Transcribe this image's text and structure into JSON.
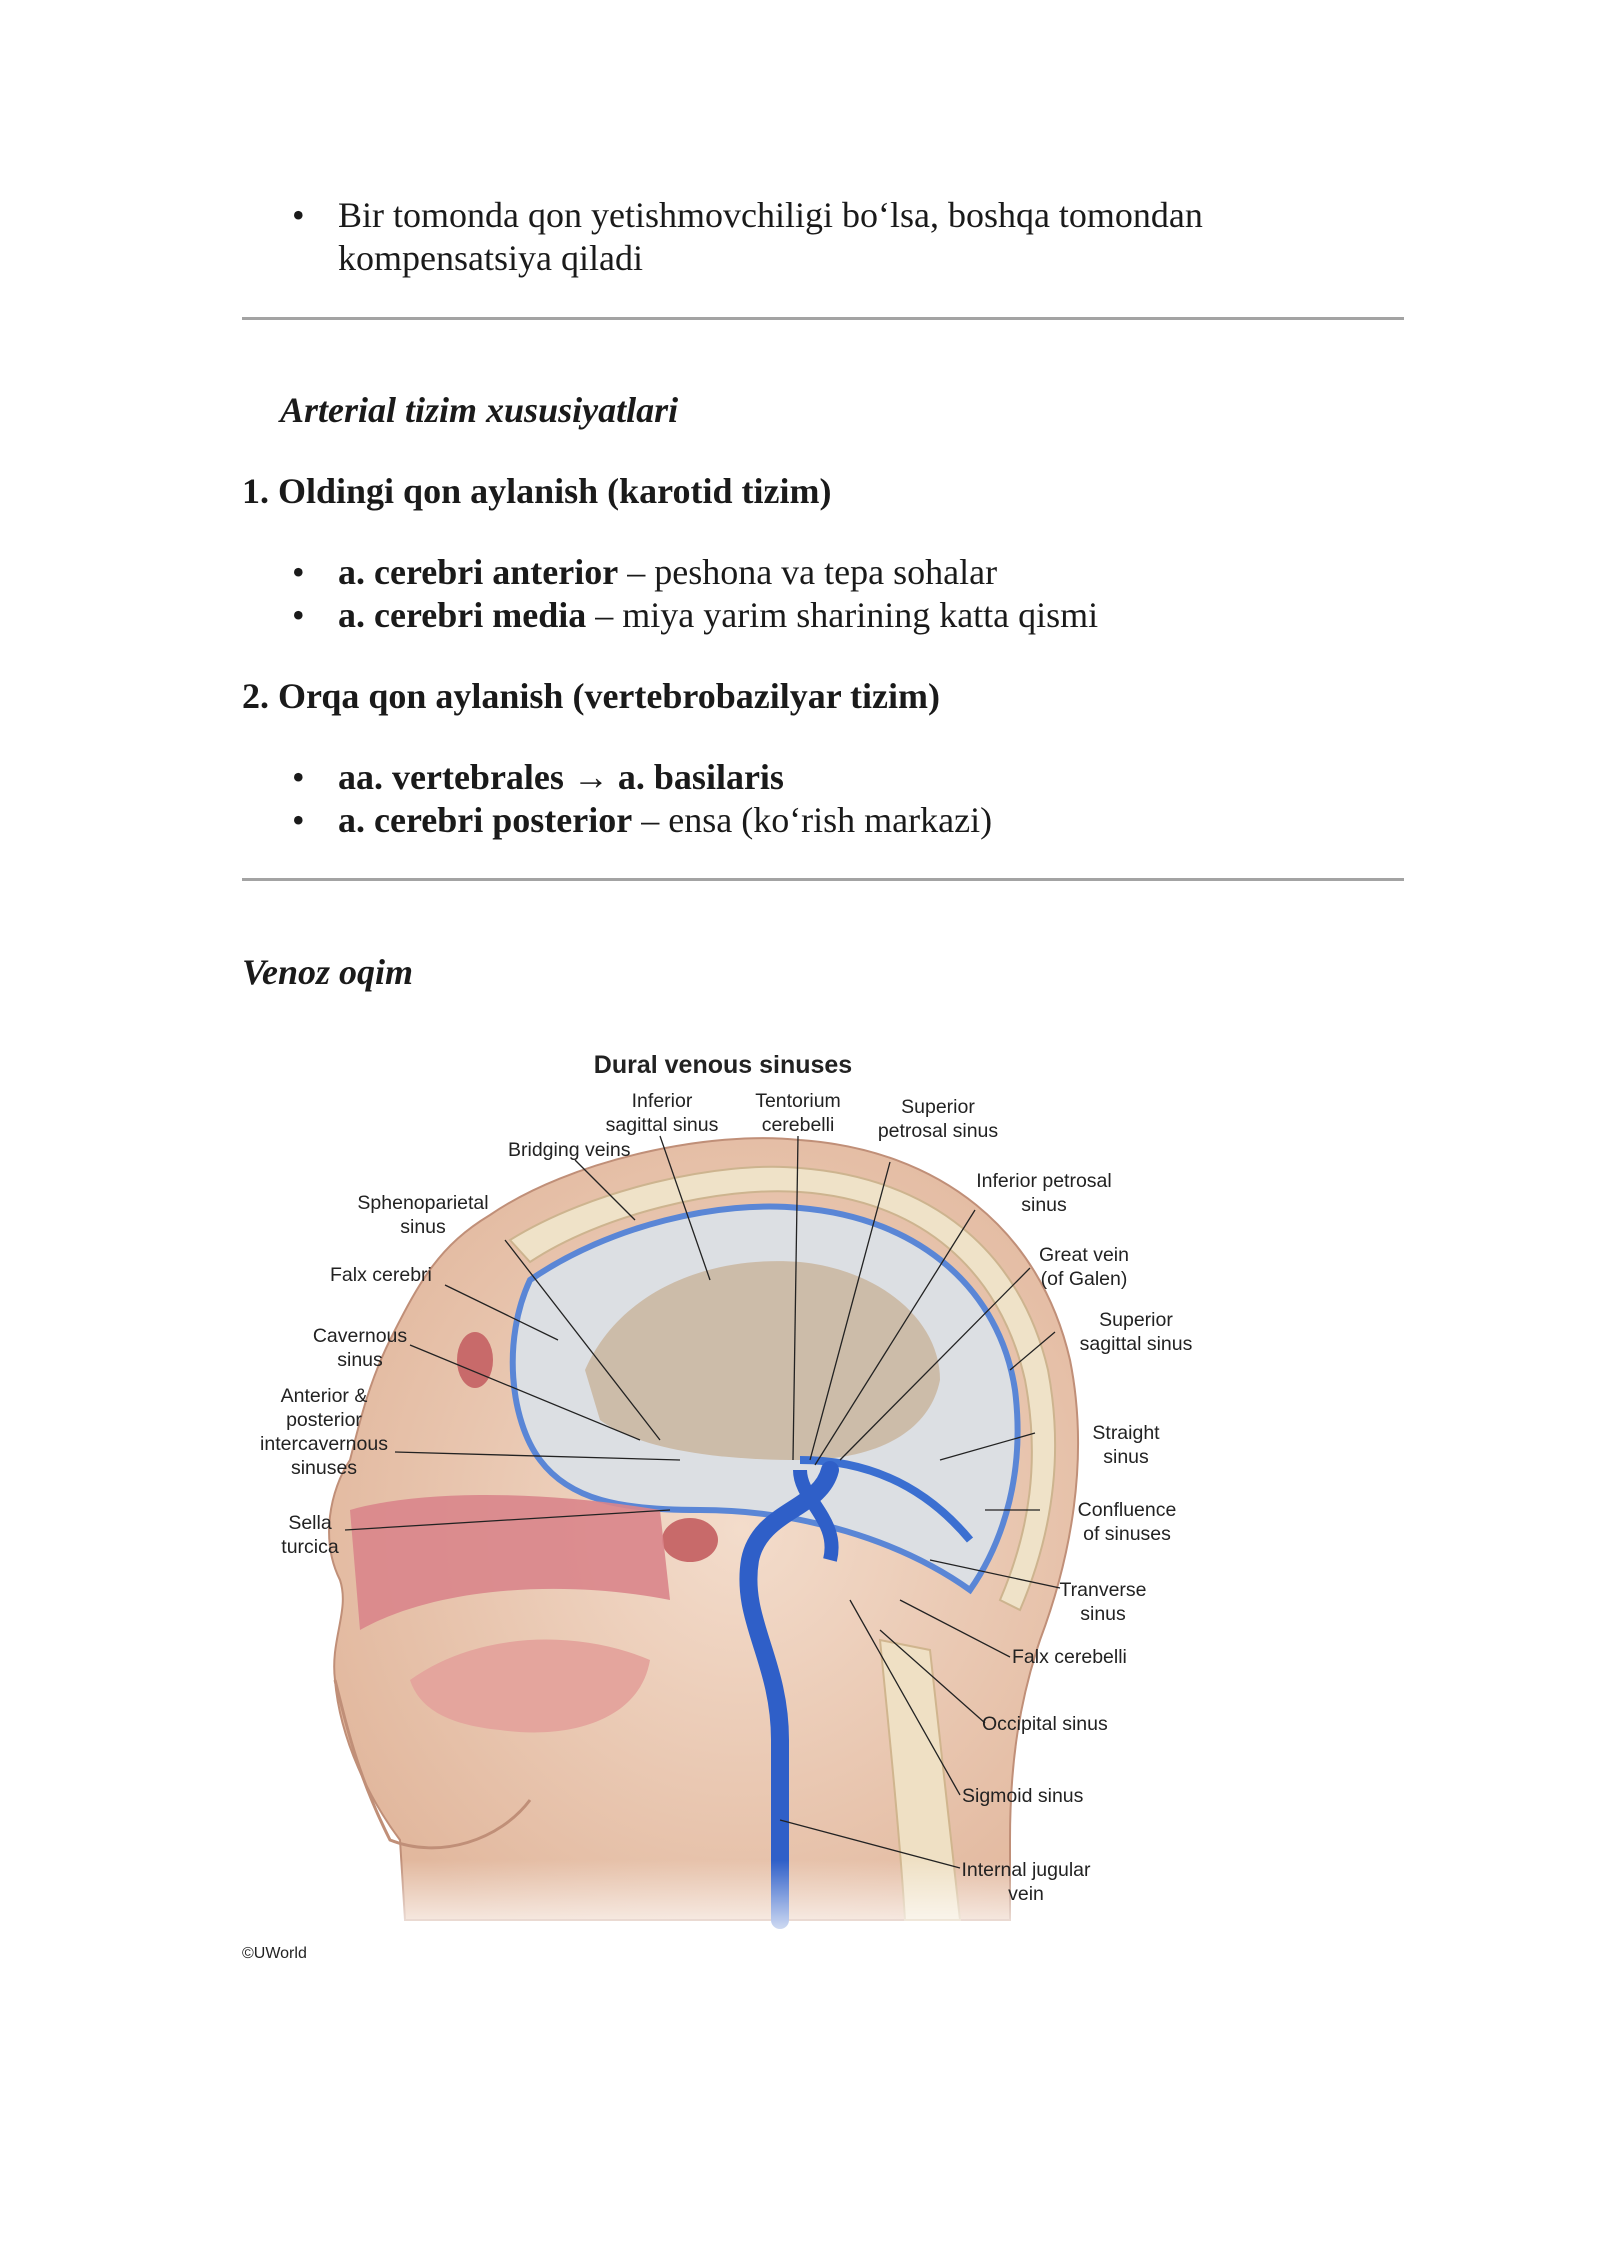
{
  "top_bullet": {
    "line1": "Bir tomonda qon yetishmovchiligi bo‘lsa, boshqa tomondan",
    "line2": "kompensatsiya qiladi"
  },
  "arterial": {
    "title": "Arterial tizim xususiyatlari",
    "anterior": {
      "heading": "1. Oldingi qon aylanish (karotid tizim)",
      "items": [
        {
          "term": "a. cerebri anterior",
          "desc": " – peshona va tepa sohalar"
        },
        {
          "term": "a. cerebri media",
          "desc": " – miya yarim sharining katta qismi"
        }
      ]
    },
    "posterior": {
      "heading": "2. Orqa qon aylanish (vertebrobazilyar tizim)",
      "items": [
        {
          "term": "aa. vertebrales → a. basilaris",
          "desc": ""
        },
        {
          "term": "a. cerebri posterior",
          "desc": " – ensa (ko‘rish markazi)"
        }
      ]
    }
  },
  "venous": {
    "title": "Venoz oqim"
  },
  "figure": {
    "title": "Dural venous sinuses",
    "credit": "©UWorld",
    "labels": {
      "inferior_sagittal_1": "Inferior",
      "inferior_sagittal_2": "sagittal sinus",
      "tentorium_1": "Tentorium",
      "tentorium_2": "cerebelli",
      "sup_petrosal_1": "Superior",
      "sup_petrosal_2": "petrosal sinus",
      "bridging": "Bridging veins",
      "inf_petrosal_1": "Inferior petrosal",
      "inf_petrosal_2": "sinus",
      "sphenoparietal_1": "Sphenoparietal",
      "sphenoparietal_2": "sinus",
      "great_vein_1": "Great vein",
      "great_vein_2": "(of Galen)",
      "falx_cerebri": "Falx cerebri",
      "sup_sagittal_1": "Superior",
      "sup_sagittal_2": "sagittal sinus",
      "cavernous_1": "Cavernous",
      "cavernous_2": "sinus",
      "intercav_1": "Anterior &",
      "intercav_2": "posterior",
      "intercav_3": "intercavernous",
      "intercav_4": "sinuses",
      "straight_1": "Straight",
      "straight_2": "sinus",
      "confluence_1": "Confluence",
      "confluence_2": "of sinuses",
      "sella_1": "Sella",
      "sella_2": "turcica",
      "transverse_1": "Tranverse",
      "transverse_2": "sinus",
      "falx_cerebelli": "Falx cerebelli",
      "occipital": "Occipital sinus",
      "sigmoid": "Sigmoid sinus",
      "ijv_1": "Internal jugular",
      "ijv_2": "vein"
    }
  }
}
